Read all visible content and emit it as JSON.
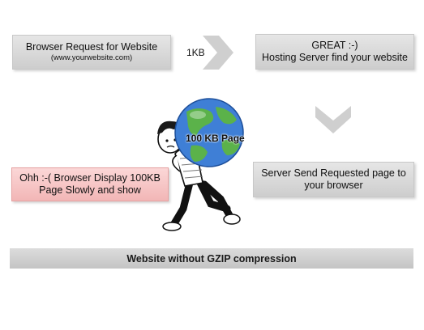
{
  "request_box": {
    "line1": "Browser Request for Website",
    "line2": "(www.yourwebsite.com)"
  },
  "transfer_size": "1KB",
  "great_box": {
    "line1": "GREAT :-)",
    "line2": "Hosting Server find your website"
  },
  "send_box": {
    "line1": "Server Send Requested page to",
    "line2": "your browser"
  },
  "ohh_box": {
    "line1": "Ohh :-( Browser Display 100KB",
    "line2": "Page Slowly and show"
  },
  "globe_label": "100 KB Page",
  "bottom_caption": "Website without GZIP compression",
  "colors": {
    "box_gray": "#d6d6d6",
    "box_pink": "#f5c4c4",
    "arrow_gray": "#cfcfcf",
    "globe_blue": "#3f7fd6",
    "globe_green": "#5bb24a"
  }
}
